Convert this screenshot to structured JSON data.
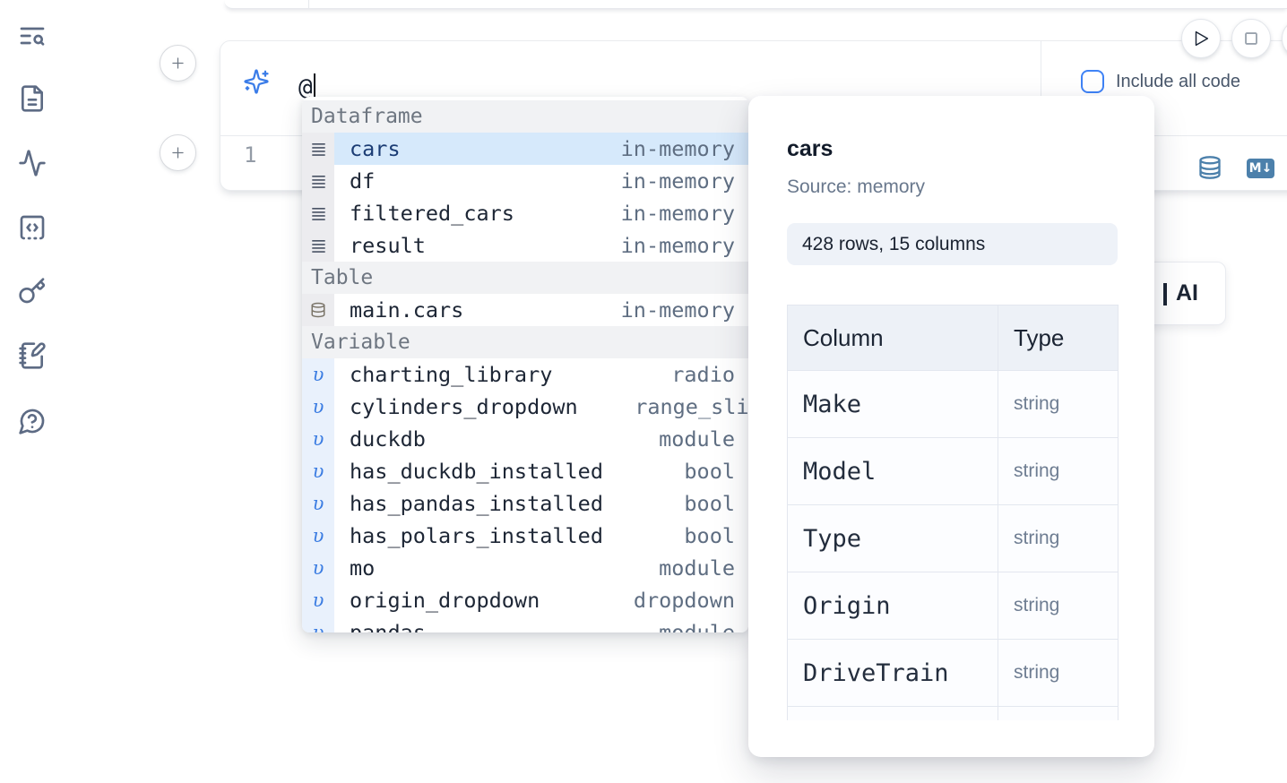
{
  "sidebar": {
    "items": [
      {
        "id": "search",
        "icon": "text-search-icon"
      },
      {
        "id": "files",
        "icon": "file-document-icon"
      },
      {
        "id": "activity",
        "icon": "activity-pulse-icon"
      },
      {
        "id": "snippets",
        "icon": "code-snippet-icon"
      },
      {
        "id": "keys",
        "icon": "key-icon"
      },
      {
        "id": "scratchpad",
        "icon": "notebook-pen-icon"
      },
      {
        "id": "help",
        "icon": "help-chat-icon"
      }
    ]
  },
  "run_controls": {
    "run_icon": "play-icon",
    "stop_icon": "stop-icon"
  },
  "prompt": {
    "value": "@",
    "include_all_code_label": "Include all code",
    "checkbox_checked": false,
    "sparkle_color": "#3a7ce8"
  },
  "editor": {
    "line_number": "1",
    "markdown_badge": "M↓",
    "database_icon": "database-icon"
  },
  "autocomplete": {
    "sections": [
      {
        "label": "Dataframe",
        "icon": "dataframe-icon",
        "items": [
          {
            "name": "cars",
            "type": "in-memory",
            "selected": true
          },
          {
            "name": "df",
            "type": "in-memory"
          },
          {
            "name": "filtered_cars",
            "type": "in-memory"
          },
          {
            "name": "result",
            "type": "in-memory"
          }
        ]
      },
      {
        "label": "Table",
        "icon": "table-database-icon",
        "items": [
          {
            "name": "main.cars",
            "type": "in-memory"
          }
        ]
      },
      {
        "label": "Variable",
        "icon": "variable-upsilon-icon",
        "items": [
          {
            "name": "charting_library",
            "type": "radio"
          },
          {
            "name": "cylinders_dropdown",
            "type": "range_slider",
            "clipped": true
          },
          {
            "name": "duckdb",
            "type": "module"
          },
          {
            "name": "has_duckdb_installed",
            "type": "bool"
          },
          {
            "name": "has_pandas_installed",
            "type": "bool"
          },
          {
            "name": "has_polars_installed",
            "type": "bool"
          },
          {
            "name": "mo",
            "type": "module"
          },
          {
            "name": "origin_dropdown",
            "type": "dropdown"
          },
          {
            "name": "pandas",
            "type": "module"
          }
        ]
      }
    ],
    "selected_bg": "#d6e9fb"
  },
  "preview": {
    "title": "cars",
    "source_label": "Source: memory",
    "shape_badge": "428 rows, 15 columns",
    "table": {
      "headers": [
        "Column",
        "Type"
      ],
      "rows": [
        [
          "Make",
          "string"
        ],
        [
          "Model",
          "string"
        ],
        [
          "Type",
          "string"
        ],
        [
          "Origin",
          "string"
        ],
        [
          "DriveTrain",
          "string"
        ]
      ]
    }
  },
  "ai_button": {
    "label": "AI"
  },
  "colors": {
    "accent_blue": "#3f83f6",
    "steel_blue": "#4c80ab",
    "slate_icon": "#5d6b84"
  }
}
